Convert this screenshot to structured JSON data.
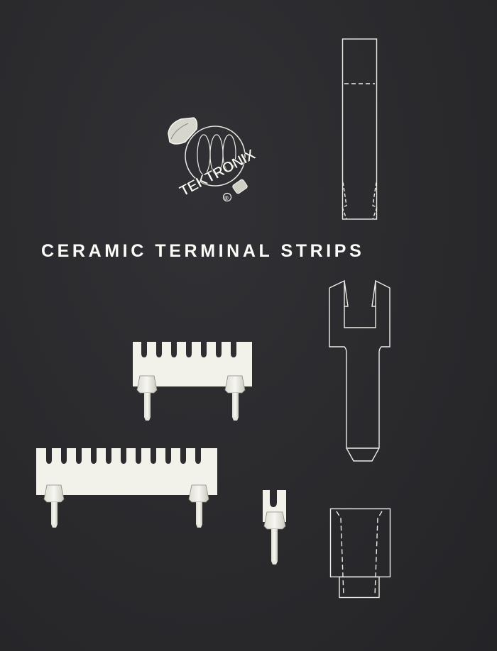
{
  "document": {
    "title": "CERAMIC TERMINAL STRIPS",
    "brand": {
      "name": "TEKTRONIX",
      "registered_mark": "®"
    },
    "colors": {
      "background": "#2a2a2d",
      "foreground": "#f5f5f0",
      "ceramic": "#f3f2ea"
    },
    "illustrations": [
      {
        "id": "line-drawing-tall-bar",
        "description": "outline drawing of tall strip (side view)"
      },
      {
        "id": "line-drawing-notched-post",
        "description": "outline drawing of notched terminal post"
      },
      {
        "id": "line-drawing-block",
        "description": "outline drawing of strip end view with tapered stud"
      },
      {
        "id": "terminal-strip-7-notch",
        "notches": 7,
        "studs": 2
      },
      {
        "id": "terminal-strip-11-notch",
        "notches": 11,
        "studs": 2
      },
      {
        "id": "terminal-strip-1-notch",
        "notches": 1,
        "studs": 1
      }
    ]
  }
}
